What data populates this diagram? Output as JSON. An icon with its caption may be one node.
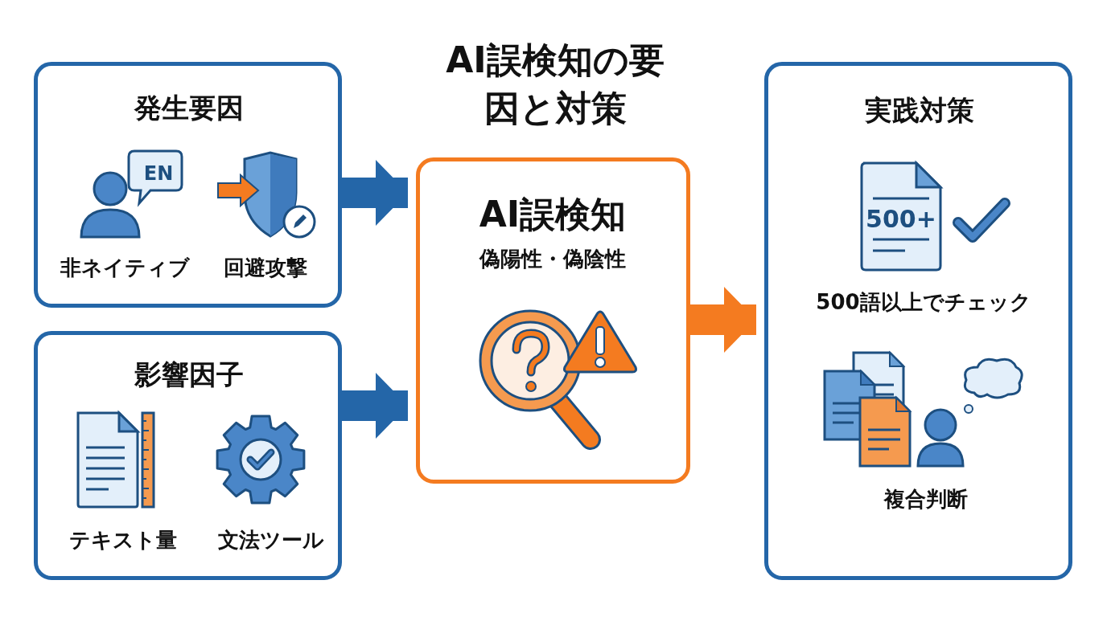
{
  "diagram": {
    "title": "AI誤検知の要因と対策",
    "nodes": [
      {
        "text": [
          "発生要因",
          "非ネイティブ",
          "回避攻撃"
        ]
      },
      {
        "text": [
          "影響因子",
          "テキスト量",
          "文法ツール"
        ]
      },
      {
        "text": [
          "AI誤検知",
          "偽陽性・偽陰性"
        ]
      },
      {
        "text": [
          "実践対策",
          "500語以上でチェック",
          "複合判断"
        ]
      }
    ],
    "edges": [
      {
        "from": 0,
        "to": 2,
        "arrow": "to"
      },
      {
        "from": 1,
        "to": 2,
        "arrow": "to"
      },
      {
        "from": 2,
        "to": 3,
        "arrow": "to",
        "color": "#f47b20"
      }
    ],
    "labels": [
      "EN",
      "500+"
    ]
  }
}
